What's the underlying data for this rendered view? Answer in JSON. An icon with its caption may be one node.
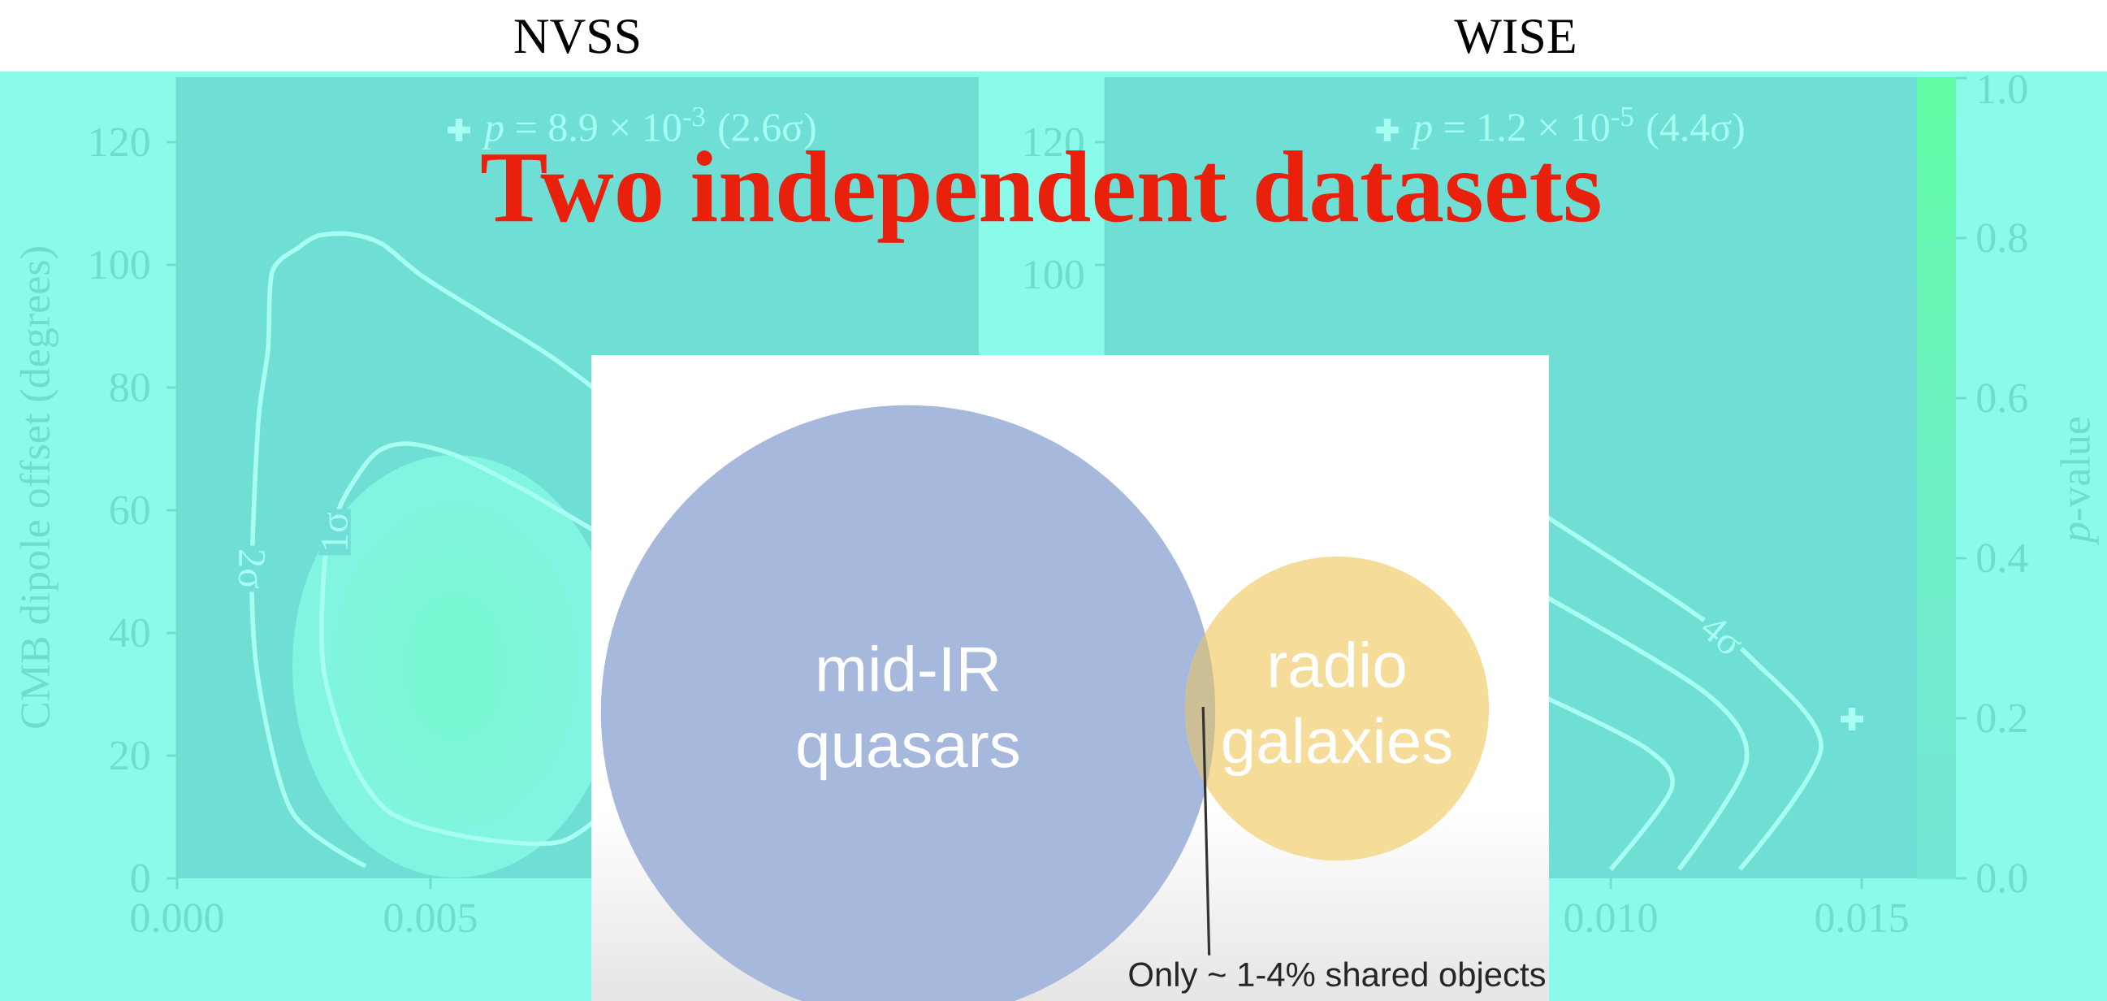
{
  "diagram": {
    "title": "Two independent datasets",
    "nodes": [
      {
        "text": [
          "mid-IR quasars"
        ]
      },
      {
        "text": [
          "radio galaxies"
        ]
      },
      {
        "text": [
          "Only ~ 1-4% shared objects"
        ]
      }
    ],
    "edges": [
      {
        "from": 2,
        "to": 1,
        "arrow": "none"
      }
    ],
    "labels": [
      "NVSS",
      "WISE",
      "*p* = 8.9 × 10$^{-3}$ (2.6σ)",
      "*p* = 1.2 × 10$^{-5}$ (4.4σ)",
      "120",
      "100",
      "80",
      "60",
      "40",
      "20",
      "0",
      "120",
      "100",
      "1.0",
      "0.8",
      "0.6",
      "0.4",
      "0.2",
      "0.0",
      "CMB dipole offset (degrees)",
      "*p*-value",
      "2σ",
      "1σ",
      "4σ",
      "0.000",
      "0.005",
      "0.010",
      "0.015"
    ]
  }
}
